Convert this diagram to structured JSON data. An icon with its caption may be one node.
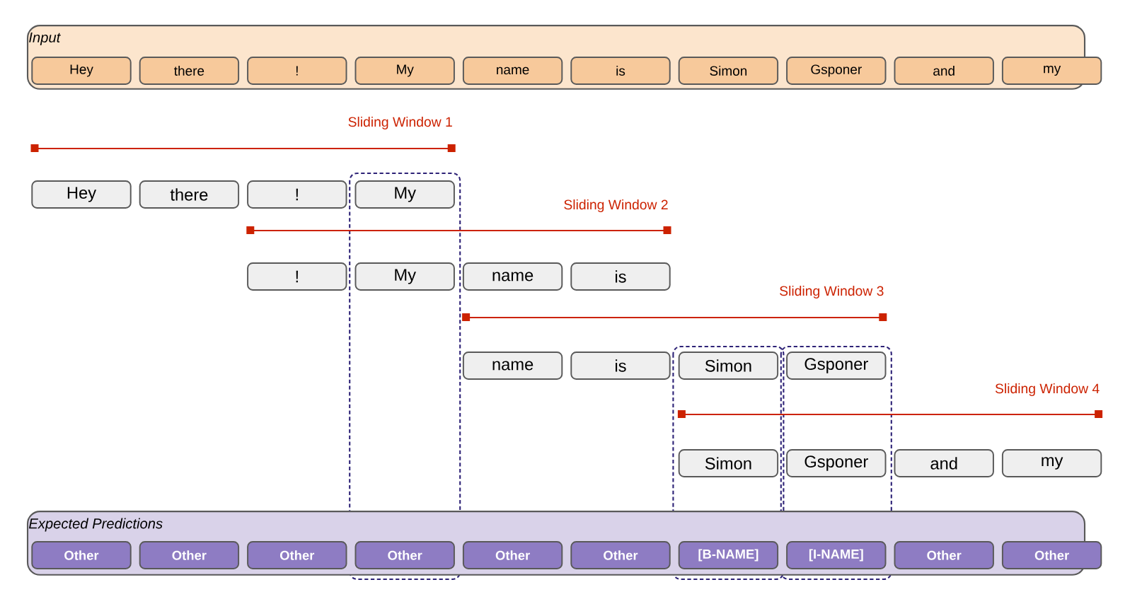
{
  "diagram": {
    "nodes": [
      {
        "text": [
          "Input"
        ]
      },
      {
        "text": [
          "Hey"
        ],
        "in": 0
      },
      {
        "text": [
          "there"
        ],
        "in": 0
      },
      {
        "text": [
          "!"
        ],
        "in": 0
      },
      {
        "text": [
          "My"
        ],
        "in": 0
      },
      {
        "text": [
          "name"
        ],
        "in": 0
      },
      {
        "text": [
          "is"
        ],
        "in": 0
      },
      {
        "text": [
          "Simon"
        ],
        "in": 0
      },
      {
        "text": [
          "Gsponer"
        ],
        "in": 0
      },
      {
        "text": [
          "and"
        ],
        "in": 0
      },
      {
        "text": [
          "my"
        ],
        "in": 0
      },
      {
        "text": [
          "Hey"
        ]
      },
      {
        "text": [
          "there"
        ]
      },
      {
        "text": [
          "!"
        ]
      },
      {
        "text": [
          "My"
        ]
      },
      {
        "text": [
          "!"
        ]
      },
      {
        "text": [
          "My"
        ]
      },
      {
        "text": [
          "name"
        ]
      },
      {
        "text": [
          "is"
        ]
      },
      {
        "text": [
          "name"
        ]
      },
      {
        "text": [
          "is"
        ]
      },
      {
        "text": [
          "Simon"
        ]
      },
      {
        "text": [
          "Gsponer"
        ]
      },
      {
        "text": [
          "Simon"
        ]
      },
      {
        "text": [
          "Gsponer"
        ]
      },
      {
        "text": [
          "and"
        ]
      },
      {
        "text": [
          "my"
        ]
      },
      {
        "text": [
          "Expected Predictions"
        ]
      },
      {
        "text": [
          "Other"
        ],
        "in": 27
      },
      {
        "text": [
          "Other"
        ],
        "in": 27
      },
      {
        "text": [
          "Other"
        ],
        "in": 27
      },
      {
        "text": [
          "Other"
        ],
        "in": 27
      },
      {
        "text": [
          "Other"
        ],
        "in": 27
      },
      {
        "text": [
          "Other"
        ],
        "in": 27
      },
      {
        "text": [
          "[B-NAME]"
        ],
        "in": 27
      },
      {
        "text": [
          "[I-NAME]"
        ],
        "in": 27
      },
      {
        "text": [
          "Other"
        ],
        "in": 27
      },
      {
        "text": [
          "Other"
        ],
        "in": 27
      }
    ],
    "labels": [
      "Sliding Window 1",
      "Sliding Window 2",
      "Sliding Window 3",
      "Sliding Window 4"
    ]
  }
}
